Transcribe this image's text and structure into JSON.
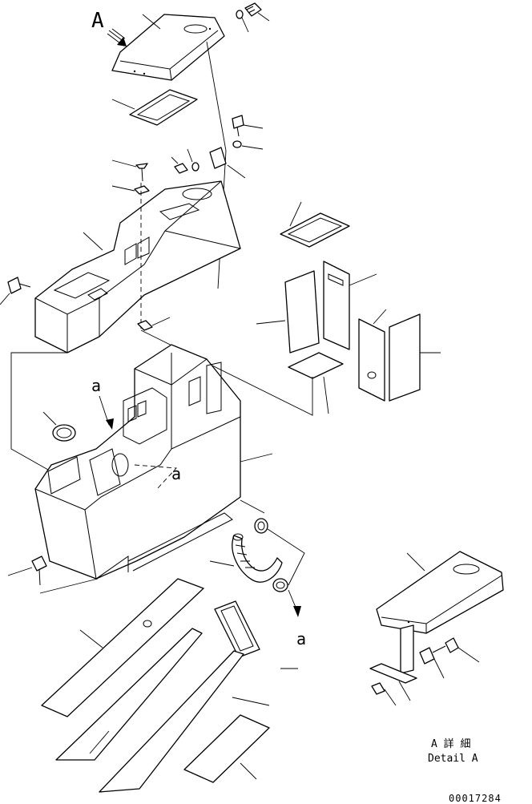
{
  "view_letters": {
    "view_a": "A",
    "section_a_left": "a",
    "section_a_right": "a"
  },
  "detail": {
    "japanese": "A 詳 細",
    "english": "Detail A"
  },
  "drawing_number": "00017284",
  "icons": {
    "view_arrow": "view-direction-arrow-icon"
  }
}
